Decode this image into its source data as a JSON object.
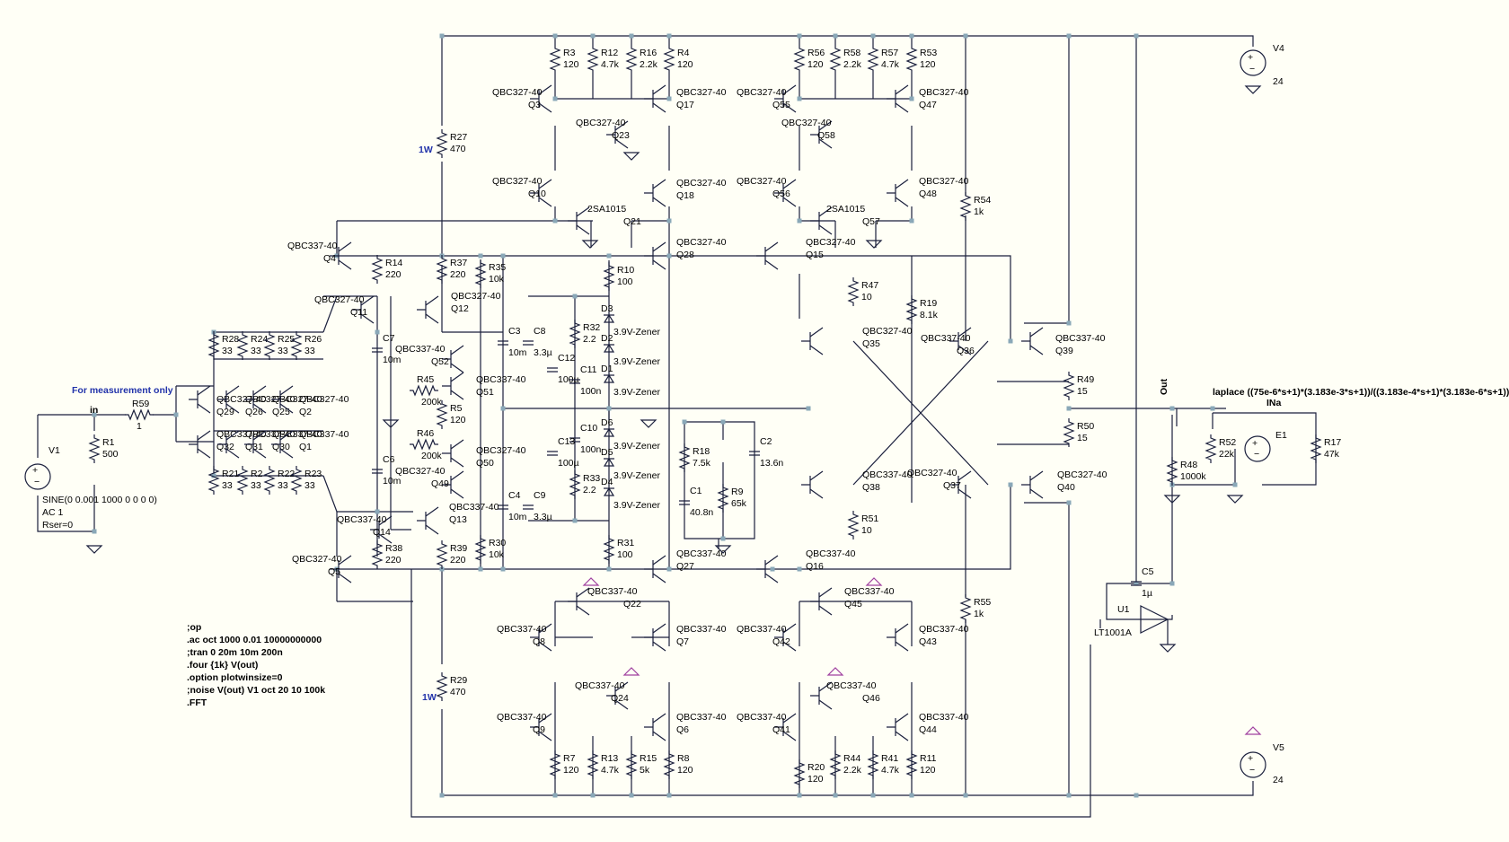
{
  "notes": {
    "measurement": "For measurement only",
    "in_net": "in",
    "out_net": "Out",
    "ina_net": "INa",
    "laplace": "laplace ((75e-6*s+1)*(3.183e-3*s+1))/((3.183e-4*s+1)*(3.183e-6*s+1))",
    "power_q_upper": "1W",
    "power_q_lower": "1W"
  },
  "directives": [
    ";op",
    ".ac oct 1000 0.01 10000000000",
    ";tran 0 20m 10m 200n",
    ".four {1k}  V(out)",
    ".option plotwinsize=0",
    ";noise V(out) V1 oct 20 10 100k",
    ".FFT"
  ],
  "sources": {
    "V1": {
      "name": "V1",
      "value": "SINE(0 0.001 1000 0 0 0 0)",
      "ac": "AC 1",
      "rser": "Rser=0"
    },
    "V4": {
      "name": "V4",
      "value": "24"
    },
    "V5": {
      "name": "V5",
      "value": "24"
    },
    "E1": {
      "name": "E1"
    },
    "U1": {
      "name": "U1",
      "value": "LT1001A"
    }
  },
  "resistors": [
    {
      "ref": "R1",
      "value": "500"
    },
    {
      "ref": "R59",
      "value": "1"
    },
    {
      "ref": "R3",
      "value": "120"
    },
    {
      "ref": "R12",
      "value": "4.7k"
    },
    {
      "ref": "R16",
      "value": "2.2k"
    },
    {
      "ref": "R4",
      "value": "120"
    },
    {
      "ref": "R56",
      "value": "120"
    },
    {
      "ref": "R58",
      "value": "2.2k"
    },
    {
      "ref": "R57",
      "value": "4.7k"
    },
    {
      "ref": "R53",
      "value": "120"
    },
    {
      "ref": "R27",
      "value": "470"
    },
    {
      "ref": "R14",
      "value": "220"
    },
    {
      "ref": "R37",
      "value": "220"
    },
    {
      "ref": "R35",
      "value": "10k"
    },
    {
      "ref": "R10",
      "value": "100"
    },
    {
      "ref": "R32",
      "value": "2.2"
    },
    {
      "ref": "R28",
      "value": "33"
    },
    {
      "ref": "R24",
      "value": "33"
    },
    {
      "ref": "R25",
      "value": "33"
    },
    {
      "ref": "R26",
      "value": "33"
    },
    {
      "ref": "R45",
      "value": "200k"
    },
    {
      "ref": "R5",
      "value": "120"
    },
    {
      "ref": "R46",
      "value": "200k"
    },
    {
      "ref": "R21",
      "value": "33"
    },
    {
      "ref": "R2",
      "value": "33"
    },
    {
      "ref": "R22",
      "value": "33"
    },
    {
      "ref": "R23",
      "value": "33"
    },
    {
      "ref": "R33",
      "value": "2.2"
    },
    {
      "ref": "R38",
      "value": "220"
    },
    {
      "ref": "R39",
      "value": "220"
    },
    {
      "ref": "R30",
      "value": "10k"
    },
    {
      "ref": "R31",
      "value": "100"
    },
    {
      "ref": "R18",
      "value": "7.5k"
    },
    {
      "ref": "R9",
      "value": "65k"
    },
    {
      "ref": "R47",
      "value": "10"
    },
    {
      "ref": "R19",
      "value": "8.1k"
    },
    {
      "ref": "R54",
      "value": "1k"
    },
    {
      "ref": "R51",
      "value": "10"
    },
    {
      "ref": "R55",
      "value": "1k"
    },
    {
      "ref": "R49",
      "value": "15"
    },
    {
      "ref": "R50",
      "value": "15"
    },
    {
      "ref": "R48",
      "value": "1000k"
    },
    {
      "ref": "R52",
      "value": "22k"
    },
    {
      "ref": "R17",
      "value": "47k"
    },
    {
      "ref": "R29",
      "value": "470"
    },
    {
      "ref": "R7",
      "value": "120"
    },
    {
      "ref": "R13",
      "value": "4.7k"
    },
    {
      "ref": "R15",
      "value": "5k"
    },
    {
      "ref": "R8",
      "value": "120"
    },
    {
      "ref": "R20",
      "value": "120"
    },
    {
      "ref": "R44",
      "value": "2.2k"
    },
    {
      "ref": "R41",
      "value": "4.7k"
    },
    {
      "ref": "R11",
      "value": "120"
    }
  ],
  "capacitors": [
    {
      "ref": "C7",
      "value": "10m"
    },
    {
      "ref": "C6",
      "value": "10m"
    },
    {
      "ref": "C3",
      "value": "10m"
    },
    {
      "ref": "C8",
      "value": "3.3µ"
    },
    {
      "ref": "C12",
      "value": "100µ"
    },
    {
      "ref": "C11",
      "value": "100n"
    },
    {
      "ref": "C10",
      "value": "100n"
    },
    {
      "ref": "C13",
      "value": "100µ"
    },
    {
      "ref": "C4",
      "value": "10m"
    },
    {
      "ref": "C9",
      "value": "3.3µ"
    },
    {
      "ref": "C2",
      "value": "13.6n"
    },
    {
      "ref": "C1",
      "value": "40.8n"
    },
    {
      "ref": "C5",
      "value": "1µ"
    }
  ],
  "diodes": [
    {
      "ref": "D3",
      "value": "3.9V-Zener"
    },
    {
      "ref": "D2",
      "value": "3.9V-Zener"
    },
    {
      "ref": "D1",
      "value": "3.9V-Zener"
    },
    {
      "ref": "D6",
      "value": "3.9V-Zener"
    },
    {
      "ref": "D5",
      "value": "3.9V-Zener"
    },
    {
      "ref": "D4",
      "value": "3.9V-Zener"
    }
  ],
  "transistors": [
    {
      "ref": "Q3",
      "model": "QBC327-40"
    },
    {
      "ref": "Q17",
      "model": "QBC327-40"
    },
    {
      "ref": "Q23",
      "model": "QBC327-40"
    },
    {
      "ref": "Q10",
      "model": "QBC327-40"
    },
    {
      "ref": "Q18",
      "model": "QBC327-40"
    },
    {
      "ref": "Q21",
      "model": "2SA1015"
    },
    {
      "ref": "Q55",
      "model": "QBC327-40"
    },
    {
      "ref": "Q47",
      "model": "QBC327-40"
    },
    {
      "ref": "Q58",
      "model": "QBC327-40"
    },
    {
      "ref": "Q56",
      "model": "QBC327-40"
    },
    {
      "ref": "Q48",
      "model": "QBC327-40"
    },
    {
      "ref": "Q57",
      "model": "2SA1015"
    },
    {
      "ref": "Q4",
      "model": "QBC337-40"
    },
    {
      "ref": "Q28",
      "model": "QBC327-40"
    },
    {
      "ref": "Q15",
      "model": "QBC327-40"
    },
    {
      "ref": "Q11",
      "model": "QBC327-40"
    },
    {
      "ref": "Q12",
      "model": "QBC327-40"
    },
    {
      "ref": "Q52",
      "model": "QBC337-40"
    },
    {
      "ref": "Q51",
      "model": "QBC337-40"
    },
    {
      "ref": "Q35",
      "model": "QBC327-40"
    },
    {
      "ref": "Q36",
      "model": "QBC337-40"
    },
    {
      "ref": "Q39",
      "model": "QBC337-40"
    },
    {
      "ref": "Q29",
      "model": "QBC327-40"
    },
    {
      "ref": "Q26",
      "model": "QBC327-40"
    },
    {
      "ref": "Q25",
      "model": "QBC327-40"
    },
    {
      "ref": "Q2",
      "model": "QBC327-40"
    },
    {
      "ref": "Q32",
      "model": "QBC337-40"
    },
    {
      "ref": "Q31",
      "model": "QBC337-40"
    },
    {
      "ref": "Q30",
      "model": "QBC337-40"
    },
    {
      "ref": "Q1",
      "model": "QBC337-40"
    },
    {
      "ref": "Q50",
      "model": "QBC327-40"
    },
    {
      "ref": "Q49",
      "model": "QBC327-40"
    },
    {
      "ref": "Q13",
      "model": "QBC337-40"
    },
    {
      "ref": "Q14",
      "model": "QBC337-40"
    },
    {
      "ref": "Q5",
      "model": "QBC327-40"
    },
    {
      "ref": "Q38",
      "model": "QBC337-40"
    },
    {
      "ref": "Q37",
      "model": "QBC327-40"
    },
    {
      "ref": "Q40",
      "model": "QBC327-40"
    },
    {
      "ref": "Q27",
      "model": "QBC337-40"
    },
    {
      "ref": "Q16",
      "model": "QBC337-40"
    },
    {
      "ref": "Q22",
      "model": "QBC337-40"
    },
    {
      "ref": "Q45",
      "model": "QBC337-40"
    },
    {
      "ref": "Q8",
      "model": "QBC337-40"
    },
    {
      "ref": "Q7",
      "model": "QBC337-40"
    },
    {
      "ref": "Q42",
      "model": "QBC337-40"
    },
    {
      "ref": "Q43",
      "model": "QBC337-40"
    },
    {
      "ref": "Q24",
      "model": "QBC337-40"
    },
    {
      "ref": "Q46",
      "model": "QBC337-40"
    },
    {
      "ref": "Q9",
      "model": "QBC337-40"
    },
    {
      "ref": "Q6",
      "model": "QBC337-40"
    },
    {
      "ref": "Q41",
      "model": "QBC337-40"
    },
    {
      "ref": "Q44",
      "model": "QBC337-40"
    }
  ]
}
